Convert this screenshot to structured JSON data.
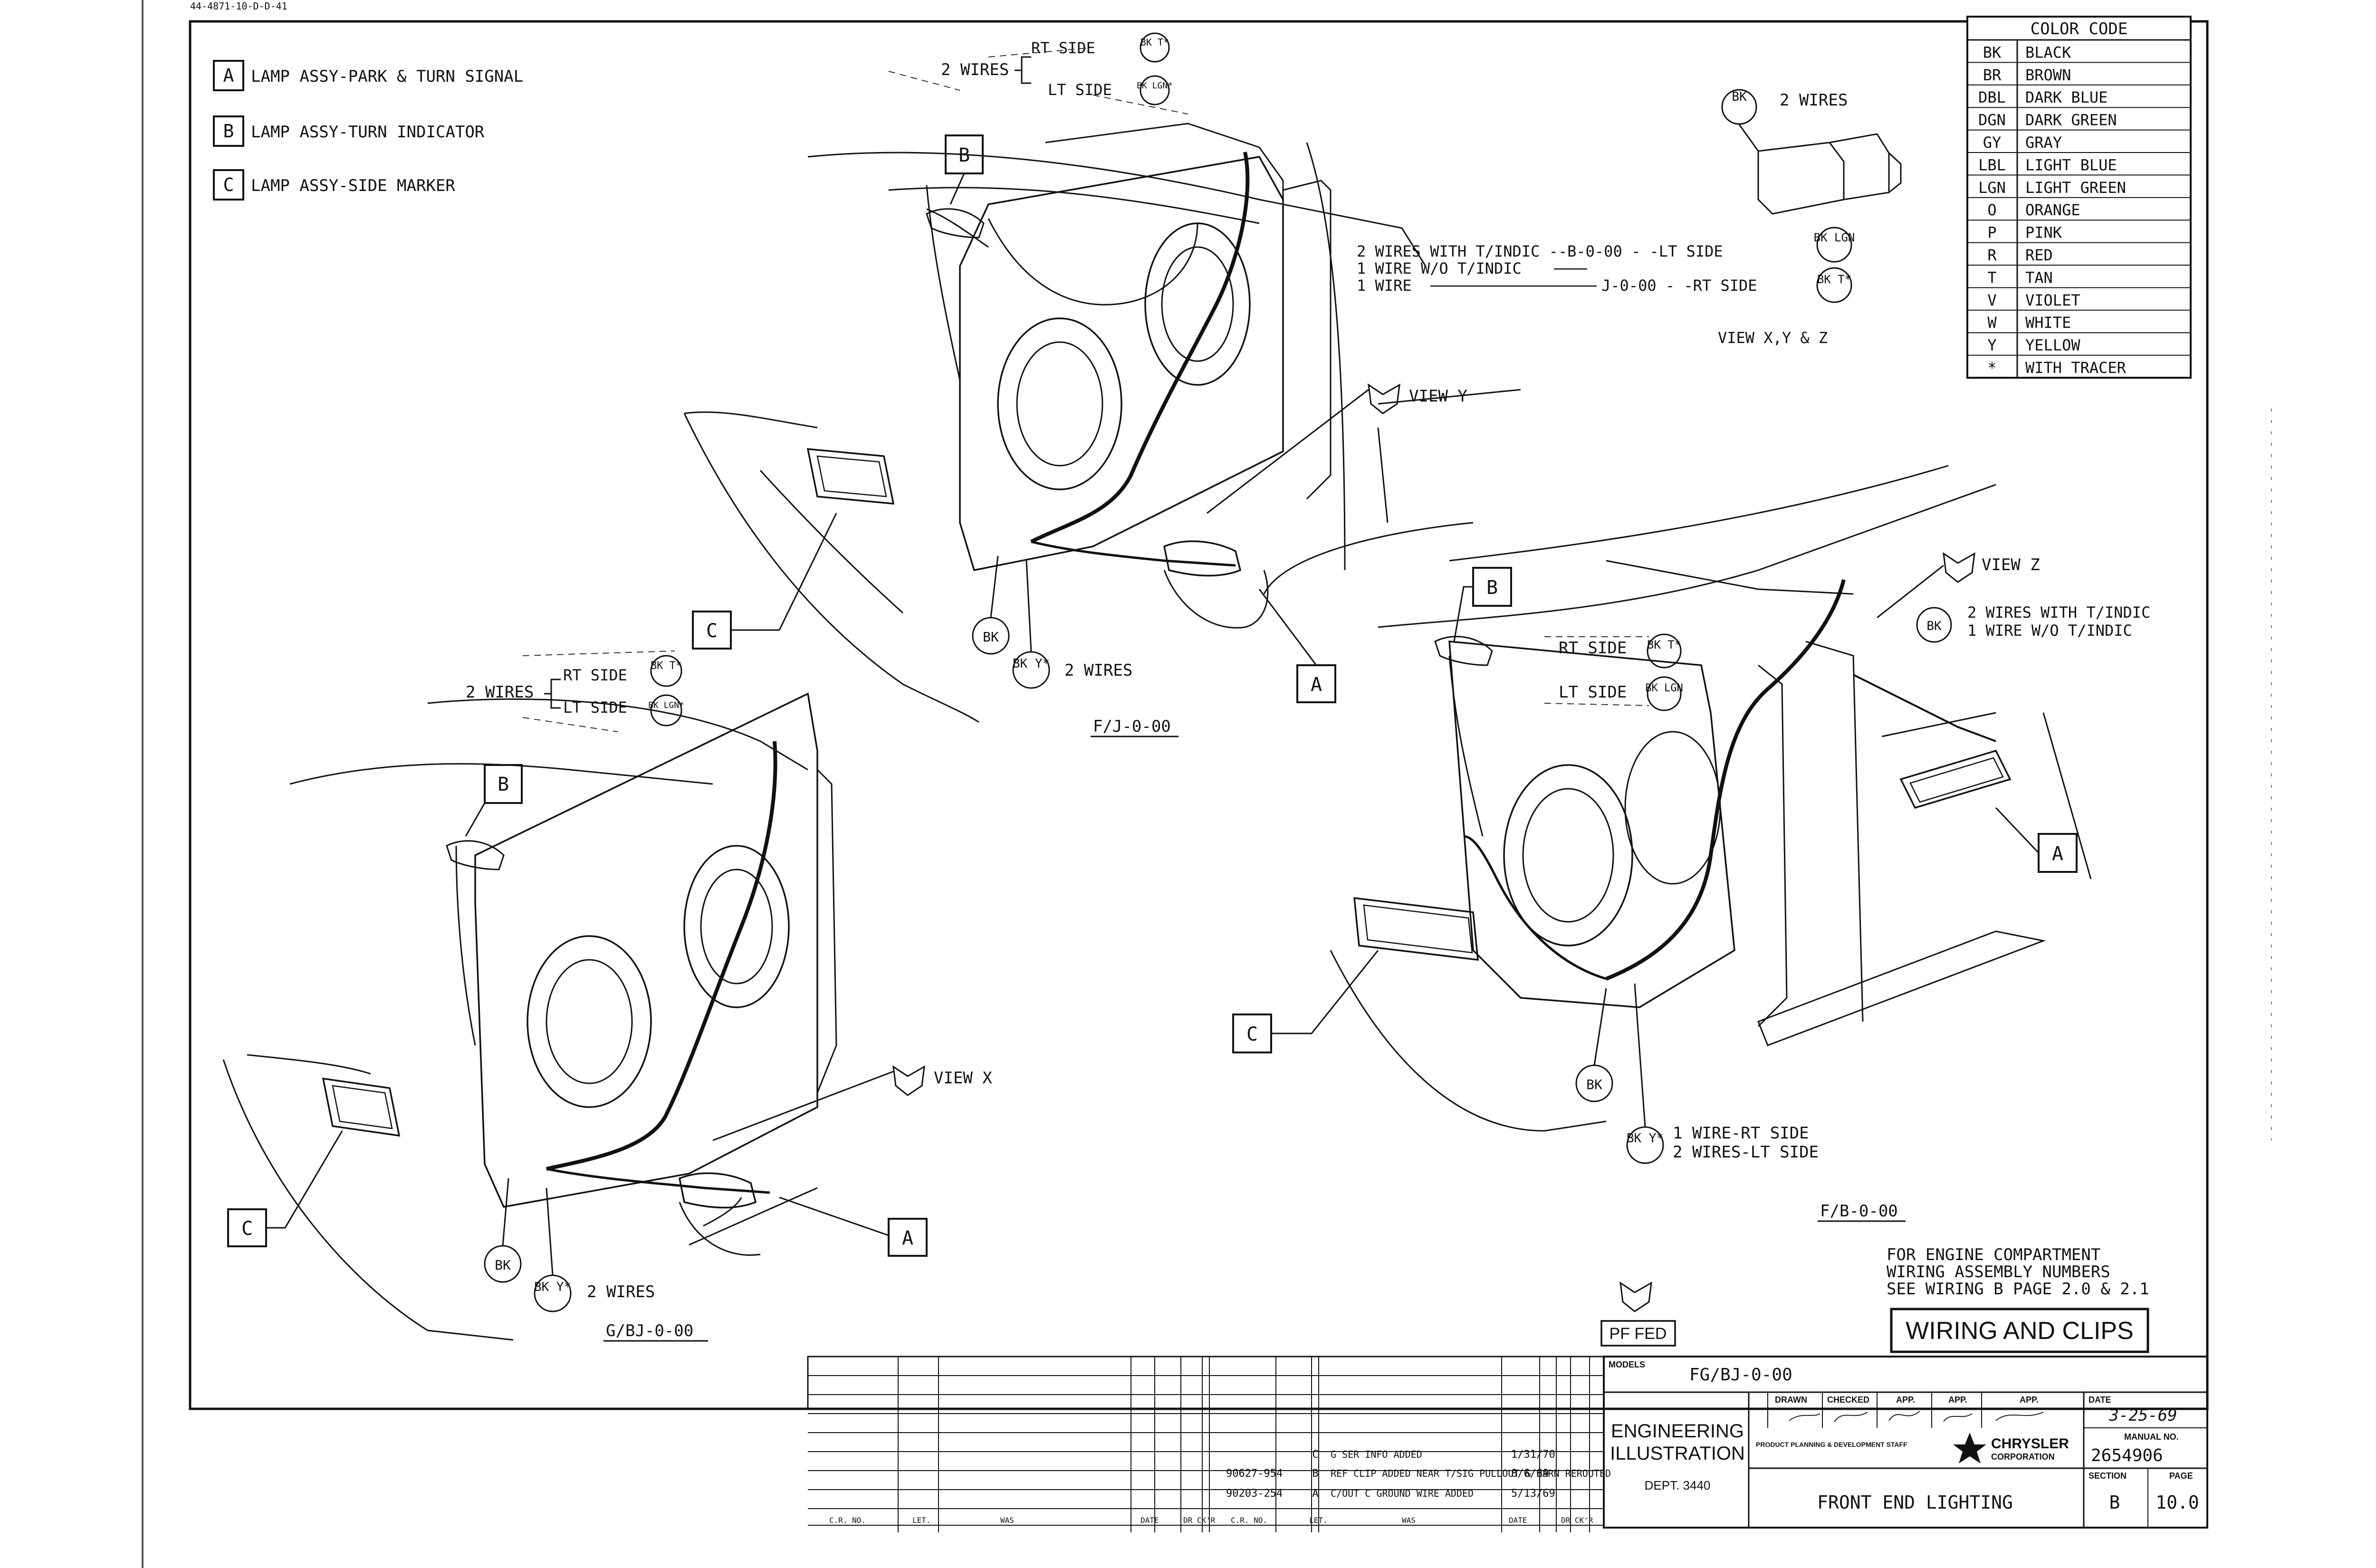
{
  "header_code": "44-4871-10-D-D-41",
  "legend": {
    "items": [
      {
        "key": "A",
        "label": "LAMP ASSY-PARK & TURN SIGNAL"
      },
      {
        "key": "B",
        "label": "LAMP ASSY-TURN INDICATOR"
      },
      {
        "key": "C",
        "label": "LAMP ASSY-SIDE MARKER"
      }
    ]
  },
  "color_code": {
    "title": "COLOR CODE",
    "rows": [
      {
        "code": "BK",
        "name": "BLACK"
      },
      {
        "code": "BR",
        "name": "BROWN"
      },
      {
        "code": "DBL",
        "name": "DARK BLUE"
      },
      {
        "code": "DGN",
        "name": "DARK GREEN"
      },
      {
        "code": "GY",
        "name": "GRAY"
      },
      {
        "code": "LBL",
        "name": "LIGHT BLUE"
      },
      {
        "code": "LGN",
        "name": "LIGHT GREEN"
      },
      {
        "code": "O",
        "name": "ORANGE"
      },
      {
        "code": "P",
        "name": "PINK"
      },
      {
        "code": "R",
        "name": "RED"
      },
      {
        "code": "T",
        "name": "TAN"
      },
      {
        "code": "V",
        "name": "VIOLET"
      },
      {
        "code": "W",
        "name": "WHITE"
      },
      {
        "code": "Y",
        "name": "YELLOW"
      },
      {
        "code": "*",
        "name": "WITH TRACER"
      }
    ]
  },
  "view_xyz": {
    "top_circle": "BK",
    "top_label": "2 WIRES",
    "line1": "2 WIRES WITH T/INDIC --B-0-00 - -LT SIDE",
    "line2": "1 WIRE W/O T/INDIC",
    "line3": "1 WIRE",
    "line3b": "J-0-00 - -RT SIDE",
    "circle1": "BK LGN",
    "circle2": "BK T*",
    "caption": "VIEW X,Y & Z"
  },
  "diagram_fj": {
    "wires_label": "2 WIRES",
    "rt_side": "RT SIDE",
    "lt_side": "LT SIDE",
    "circle_rt": "BK T*",
    "circle_lt": "BK LGN*",
    "callout_b": "B",
    "callout_c": "C",
    "callout_a": "A",
    "view_label": "VIEW Y",
    "conn_bk": "BK",
    "conn_bky": "BK Y*",
    "conn_label": "2 WIRES",
    "model": "F/J-0-00"
  },
  "diagram_gbj": {
    "wires_label": "2 WIRES",
    "rt_side": "RT SIDE",
    "lt_side": "LT SIDE",
    "circle_rt": "BK T*",
    "circle_lt": "BK LGN*",
    "callout_b": "B",
    "callout_c": "C",
    "callout_a": "A",
    "view_label": "VIEW X",
    "conn_bk": "BK",
    "conn_bky": "BK Y*",
    "conn_label": "2 WIRES",
    "model": "G/BJ-0-00"
  },
  "diagram_fb": {
    "callout_b": "B",
    "callout_c": "C",
    "callout_a": "A",
    "rt_side": "RT SIDE",
    "lt_side": "LT SIDE",
    "circle_rt": "BK T*",
    "circle_lt": "BK LGN",
    "view_label": "VIEW Z",
    "view_circle": "BK",
    "view_line1": "2 WIRES WITH T/INDIC",
    "view_line2": "1 WIRE W/O T/INDIC",
    "conn_bk": "BK",
    "conn_bky": "BK Y*",
    "conn_line1": "1 WIRE-RT SIDE",
    "conn_line2": "2 WIRES-LT SIDE",
    "model": "F/B-0-00"
  },
  "note": {
    "line1": "FOR ENGINE COMPARTMENT",
    "line2": "WIRING ASSEMBLY NUMBERS",
    "line3": "SEE WIRING B PAGE 2.0 & 2.1"
  },
  "pf_fed": "PF FED",
  "title_box": "WIRING AND CLIPS",
  "title_block": {
    "models_label": "MODELS",
    "models": "FG/BJ-0-00",
    "drawn": "DRAWN",
    "checked": "CHECKED",
    "app1": "APP.",
    "app2": "APP.",
    "app3": "APP.",
    "date_label": "DATE",
    "date": "3-25-69",
    "eng_line1": "ENGINEERING",
    "eng_line2": "ILLUSTRATION",
    "dept": "DEPT. 3440",
    "staff": "PRODUCT PLANNING & DEVELOPMENT STAFF",
    "company1": "CHRYSLER",
    "company2": "CORPORATION",
    "manual_label": "MANUAL NO.",
    "manual_no": "2654906",
    "section_label": "SECTION",
    "page_label": "PAGE",
    "section": "B",
    "page": "10.0",
    "title": "FRONT END LIGHTING"
  },
  "revisions": {
    "rows": [
      {
        "no": "",
        "letter": "C",
        "was": "G SER INFO ADDED",
        "date": "1/31/70"
      },
      {
        "no": "90627-954",
        "letter": "B",
        "was": "REF CLIP ADDED NEAR T/SIG PULLOUT & HARN REROUTED",
        "date": "8/6/69"
      },
      {
        "no": "90203-254",
        "letter": "A",
        "was": "C/OUT C GROUND WIRE ADDED",
        "date": "5/13/69"
      }
    ],
    "headers": [
      "C.R. NO.",
      "LET.",
      "WAS",
      "DATE",
      "DR CK'R",
      "C.R. NO.",
      "LET.",
      "WAS",
      "DATE",
      "DR CK'R"
    ]
  }
}
